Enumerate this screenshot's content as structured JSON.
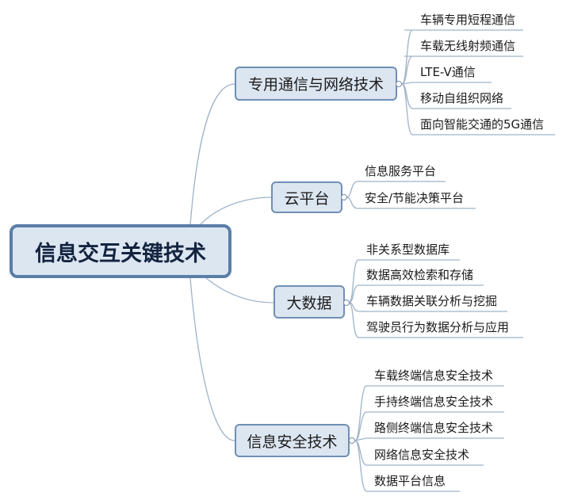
{
  "root": {
    "label": "信息交互关键技术"
  },
  "branches": [
    {
      "label": "专用通信与网络技术",
      "leaves": [
        "车辆专用短程通信",
        "车载无线射频通信",
        "LTE-V通信",
        "移动自组织网络",
        "面向智能交通的5G通信"
      ]
    },
    {
      "label": "云平台",
      "leaves": [
        "信息服务平台",
        "安全/节能决策平台"
      ]
    },
    {
      "label": "大数据",
      "leaves": [
        "非关系型数据库",
        "数据高效检索和存储",
        "车辆数据关联分析与挖掘",
        "驾驶员行为数据分析与应用"
      ]
    },
    {
      "label": "信息安全技术",
      "leaves": [
        "车载终端信息安全技术",
        "手持终端信息安全技术",
        "路侧终端信息安全技术",
        "网络信息安全技术",
        "数据平台信息"
      ]
    }
  ],
  "colors": {
    "root_fill": "#dce6f1",
    "root_border": "#5a7ea7",
    "branch_border": "#6f8fb4",
    "line": "#9fb3c8"
  }
}
